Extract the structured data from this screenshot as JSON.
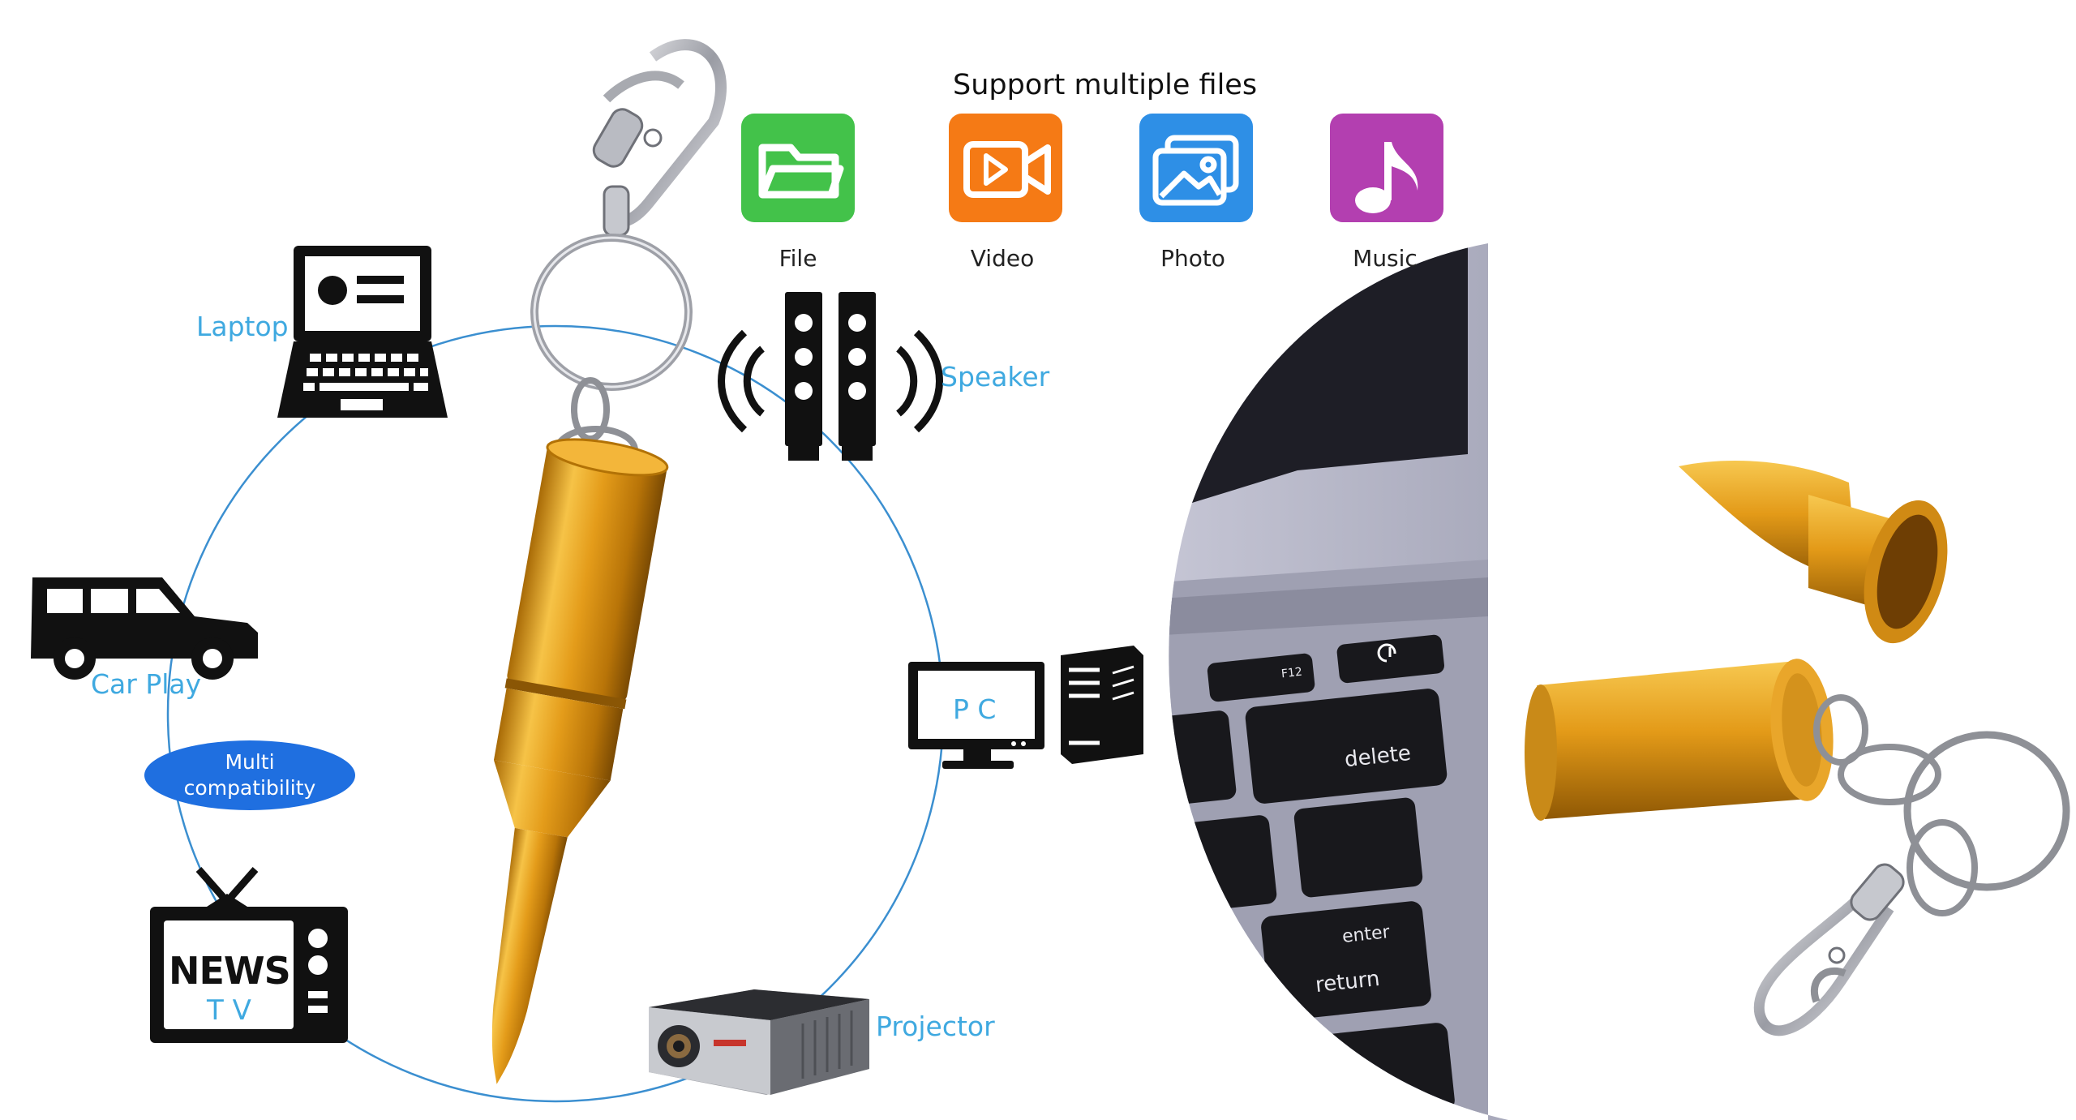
{
  "header": {
    "title": "Support multiple files"
  },
  "file_types": [
    {
      "label": "File",
      "icon": "folder-icon",
      "color": "#43c24a"
    },
    {
      "label": "Video",
      "icon": "video-icon",
      "color": "#f57a15"
    },
    {
      "label": "Photo",
      "icon": "photo-icon",
      "color": "#2e8fe6"
    },
    {
      "label": "Music",
      "icon": "music-icon",
      "color": "#b33fb0"
    }
  ],
  "devices": {
    "laptop": "Laptop",
    "speaker": "Speaker",
    "car": "Car Play",
    "pc": "P C",
    "projector": "Projector",
    "tv_news": "NEWS",
    "tv_tv": "T V"
  },
  "badge": {
    "line1": "Multi",
    "line2": "compatibility",
    "color": "#1f6fe0"
  },
  "keyboard": {
    "key_delete": "delete",
    "key_enter": "enter",
    "key_return": "return",
    "key_f12": "F12"
  },
  "colors": {
    "accent_label": "#3fa9e0",
    "gold": "#e2a020"
  }
}
